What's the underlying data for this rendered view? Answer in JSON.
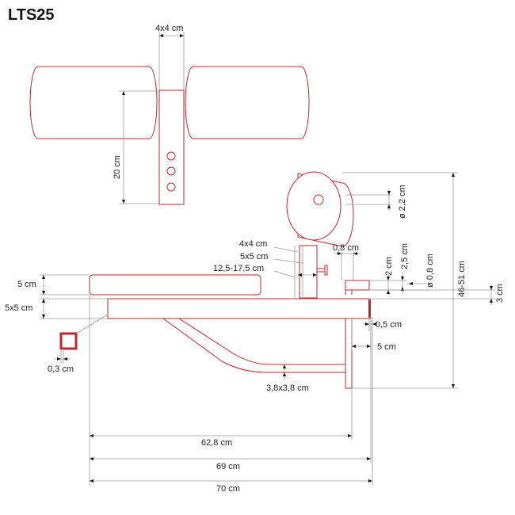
{
  "title": "LTS25",
  "accent_color": "#c4262e",
  "dimension_color": "#9a9a9a",
  "labels": {
    "top_width": "4x4 cm",
    "top_height": "20 cm",
    "tube_4x4": "4x4 cm",
    "tube_5x5": "5x5 cm",
    "adjust_range": "12,5-17,5 cm",
    "pin_gap": "0,8 cm",
    "roller_dia": "ø 2,2 cm",
    "dim_2cm": "2 cm",
    "dim_2_5cm": "2,5 cm",
    "hole_dia": "ø 0,8 cm",
    "total_height": "46-51 cm",
    "dim_3cm": "3 cm",
    "pad_5cm": "5 cm",
    "frame_5x5": "5x5 cm",
    "wall_0_3": "0,3 cm",
    "end_0_5": "0,5 cm",
    "end_5cm": "5 cm",
    "leg_tube": "3,8x3,8 cm",
    "len_62_8": "62,8 cm",
    "len_69": "69 cm",
    "len_70": "70 cm"
  }
}
